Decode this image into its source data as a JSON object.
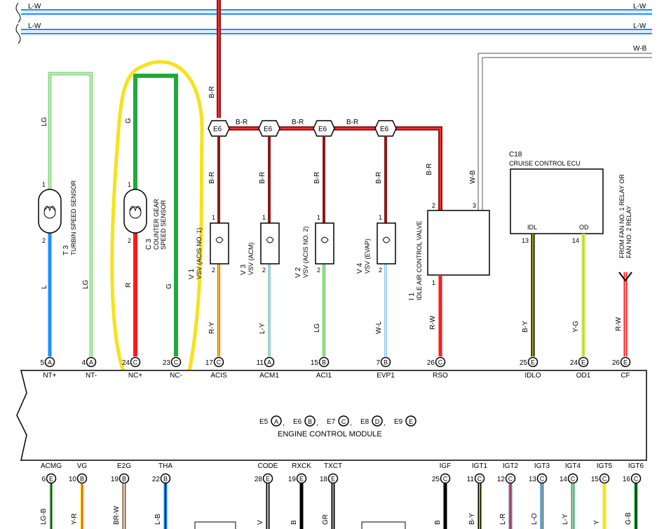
{
  "top_wires": [
    {
      "left": "L-W",
      "right": "L-W"
    },
    {
      "left": "L-W",
      "right": "L-W"
    }
  ],
  "wb_label_right": "W-B",
  "junction_label": "E6",
  "bus_label": "B-R",
  "sensors": {
    "turbin": {
      "ref": "T 3",
      "name": "TURBIN SPEED SENSOR",
      "pin1": "1",
      "pin2": "2",
      "wire_top": "LG",
      "wire_out1": "L",
      "wire_out2": "LG"
    },
    "counter": {
      "ref": "C 3",
      "name1": "COUNTER GEAR",
      "name2": "SPEED SENSOR",
      "pin1": "1",
      "pin2": "2",
      "wire_top": "G",
      "wire_out1": "R",
      "wire_out2": "G"
    }
  },
  "vsvs": [
    {
      "ref": "V 1",
      "name": "VSV (ACIS NO. 1)",
      "in": "B-R",
      "out": "R-Y",
      "pin1": "1",
      "pin2": "2"
    },
    {
      "ref": "V 3",
      "name": "VSV (ACM)",
      "in": "B-R",
      "out": "L-Y",
      "pin1": "1",
      "pin2": "2"
    },
    {
      "ref": "V 2",
      "name": "VSV (ACIS NO. 2)",
      "in": "B-R",
      "out": "LG",
      "pin1": "1",
      "pin2": "2"
    },
    {
      "ref": "V 4",
      "name": "VSV (EVAP)",
      "in": "B-R",
      "out": "W-L",
      "pin1": "1",
      "pin2": "2"
    }
  ],
  "iacv": {
    "ref": "I 1",
    "name": "IDLE AIR CONTROL VALVE",
    "in": "B-R",
    "out": "R-W",
    "wb": "W-B",
    "pin1": "1",
    "pin2": "2",
    "pin3": "3"
  },
  "cruise": {
    "ref": "C18",
    "name": "CRUISE CONTROL ECU",
    "idl": "IDL",
    "od": "OD",
    "pin13": "13",
    "pin14": "14",
    "w1": "B-Y",
    "w2": "Y-G"
  },
  "fan_note": {
    "line1": "FROM FAN NO. 1 RELAY OR",
    "line2": "FAN NO. 2 RELAY",
    "wire": "R-W"
  },
  "ecm": {
    "title": "ENGINE CONTROL MODULE",
    "connectors": [
      {
        "name": "E5",
        "letter": "A"
      },
      {
        "name": "E6",
        "letter": "B"
      },
      {
        "name": "E7",
        "letter": "C"
      },
      {
        "name": "E8",
        "letter": "D"
      },
      {
        "name": "E9",
        "letter": "E"
      }
    ],
    "top_pins": [
      {
        "num": "5",
        "letter": "A",
        "name": "NT+"
      },
      {
        "num": "4",
        "letter": "A",
        "name": "NT-"
      },
      {
        "num": "24",
        "letter": "C",
        "name": "NC+"
      },
      {
        "num": "23",
        "letter": "C",
        "name": "NC-"
      },
      {
        "num": "17",
        "letter": "C",
        "name": "ACIS"
      },
      {
        "num": "11",
        "letter": "A",
        "name": "ACM1"
      },
      {
        "num": "15",
        "letter": "B",
        "name": "ACI1"
      },
      {
        "num": "7",
        "letter": "B",
        "name": "EVP1"
      },
      {
        "num": "26",
        "letter": "C",
        "name": "RSO"
      },
      {
        "num": "25",
        "letter": "E",
        "name": "IDLO"
      },
      {
        "num": "24",
        "letter": "E",
        "name": "OD1"
      },
      {
        "num": "26",
        "letter": "E",
        "name": "CF"
      }
    ],
    "bottom_pins": [
      {
        "num": "6",
        "letter": "E",
        "name": "ACMG",
        "wire": "LG-B"
      },
      {
        "num": "10",
        "letter": "B",
        "name": "VG",
        "wire": "Y-R"
      },
      {
        "num": "19",
        "letter": "B",
        "name": "E2G",
        "wire": "BR-W"
      },
      {
        "num": "22",
        "letter": "B",
        "name": "THA",
        "wire": "L-B"
      },
      {
        "num": "28",
        "letter": "E",
        "name": "CODE",
        "wire": "V"
      },
      {
        "num": "19",
        "letter": "E",
        "name": "RXCK",
        "wire": "B"
      },
      {
        "num": "18",
        "letter": "E",
        "name": "TXCT",
        "wire": "GR"
      },
      {
        "num": "25",
        "letter": "C",
        "name": "IGF",
        "wire": "B"
      },
      {
        "num": "11",
        "letter": "C",
        "name": "IGT1",
        "wire": "B-Y"
      },
      {
        "num": "12",
        "letter": "C",
        "name": "IGT2",
        "wire": "L-R"
      },
      {
        "num": "13",
        "letter": "C",
        "name": "IGT3",
        "wire": "L-O"
      },
      {
        "num": "14",
        "letter": "C",
        "name": "IGT4",
        "wire": "L-Y"
      },
      {
        "num": "15",
        "letter": "C",
        "name": "IGT5",
        "wire": "Y"
      },
      {
        "num": "16",
        "letter": "C",
        "name": "IGT6",
        "wire": "G-B"
      }
    ]
  },
  "colors": {
    "blue": "#1e90ff",
    "light_blue": "#8ec9f0",
    "light_green": "#8fd98a",
    "green": "#1faa3a",
    "red": "#ff1a1a",
    "dark_red": "#8b1a1a",
    "yellow": "#f2e51c",
    "highlight": "#f7e21a",
    "black": "#000000"
  }
}
